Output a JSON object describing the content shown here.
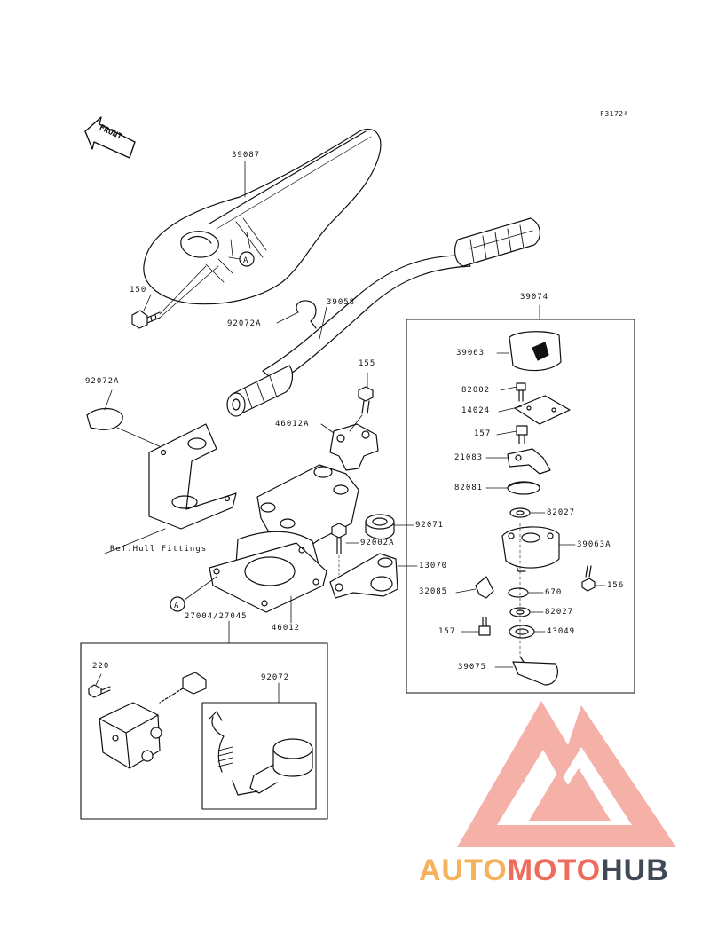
{
  "diagram": {
    "figure_code": "F3172ª",
    "front_label": "FRONT",
    "ref_note": "Ref.Hull Fittings",
    "reference_marker": "A",
    "parts": {
      "p39087": "39087",
      "p150": "150",
      "p92072a_top": "92072A",
      "p39058": "39058",
      "p39074": "39074",
      "p39063": "39063",
      "p82002": "82002",
      "p14024": "14024",
      "p157_a": "157",
      "p21083": "21083",
      "p82081": "82081",
      "p82027_a": "82027",
      "p39063a": "39063A",
      "p156": "156",
      "p32085": "32085",
      "p670": "670",
      "p82027_b": "82027",
      "p157_b": "157",
      "p43049": "43049",
      "p39075": "39075",
      "p92072a_left": "92072A",
      "p155": "155",
      "p46012a": "46012A",
      "p92071": "92071",
      "p92002a": "92002A",
      "p13070": "13070",
      "p27004": "27004/27045",
      "p46012": "46012",
      "p220": "220",
      "p92072": "92072"
    }
  },
  "watermark": {
    "part1": "AUTO",
    "part2": "MOTO",
    "part3": "HUB",
    "colors": {
      "orange": "#f5b15c",
      "red": "#ef6b5b",
      "gray": "#3f4a56",
      "logo_fill": "#f4a39a"
    }
  }
}
